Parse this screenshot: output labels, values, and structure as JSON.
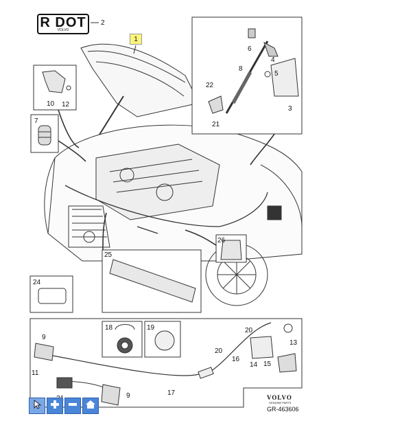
{
  "badge": {
    "title": "R DOT",
    "subtitle": "VOLVO"
  },
  "callouts": {
    "c1": "1",
    "c2": "2",
    "c3": "3",
    "c4": "4",
    "c5": "5",
    "c6": "6",
    "c7": "7",
    "c8": "8",
    "c9a": "9",
    "c9b": "9",
    "c10": "10",
    "c11": "11",
    "c12": "12",
    "c13": "13",
    "c14": "14",
    "c15": "15",
    "c16": "16",
    "c17": "17",
    "c18": "18",
    "c19": "19",
    "c20a": "20",
    "c20b": "20",
    "c21": "21",
    "c22": "22",
    "c24": "24",
    "c25": "25",
    "c26": "26",
    "c21b": "21"
  },
  "brand": "VOLVO",
  "brand_sub": "GENUINE PARTS",
  "drawing_code": "GR-463606",
  "toolbar": {
    "buttons": [
      {
        "name": "pointer-tool",
        "icon": "cursor-icon"
      },
      {
        "name": "zoom-in",
        "icon": "plus-icon"
      },
      {
        "name": "zoom-out",
        "icon": "minus-icon"
      },
      {
        "name": "home",
        "icon": "home-icon"
      }
    ]
  },
  "colors": {
    "toolbar_blue": "#4a86d8",
    "highlight_yellow": "#fff47a"
  }
}
